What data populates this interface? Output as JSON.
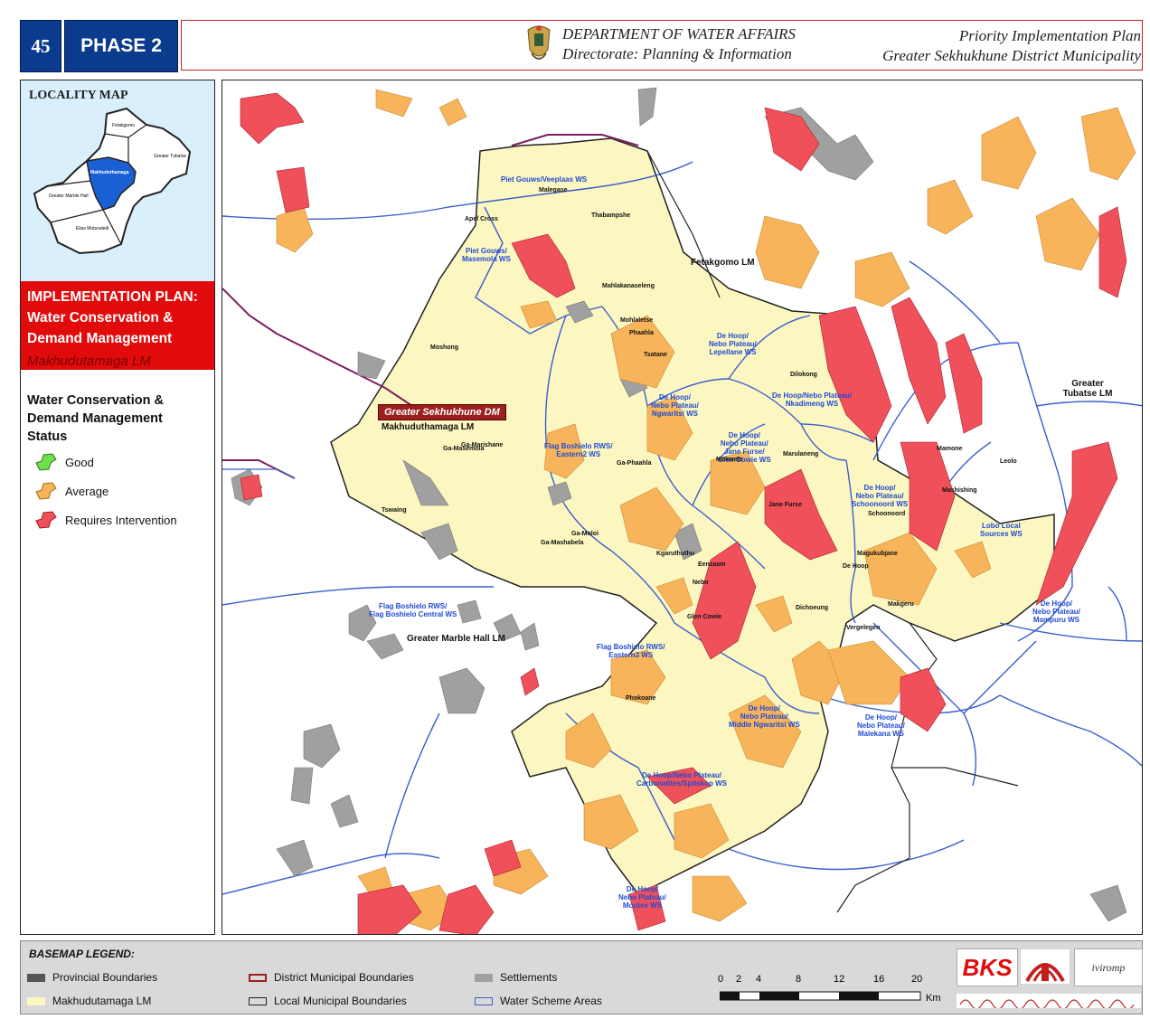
{
  "header": {
    "page_number": "45",
    "phase": "PHASE 2",
    "dept_line1": "DEPARTMENT OF WATER AFFAIRS",
    "dept_line2": "Directorate: Planning & Information",
    "plan_line1": "Priority Implementation Plan",
    "plan_line2": "Greater Sekhukhune District Municipality"
  },
  "locality": {
    "title": "LOCALITY MAP",
    "regions": [
      "Fetakgomo",
      "Greater Tubatse",
      "Makhuduthamaga",
      "Greater Marble Hall",
      "Elias Motsoaledi"
    ]
  },
  "implementation": {
    "line1": "IMPLEMENTATION PLAN:",
    "line2": "Water Conservation &",
    "line3": "Demand Management",
    "lm": "Makhudutamaga LM"
  },
  "status": {
    "title_line1": "Water Conservation &",
    "title_line2": "Demand Management",
    "title_line3": "Status",
    "items": [
      {
        "label": "Good",
        "color": "#6de04a"
      },
      {
        "label": "Average",
        "color": "#f7b45a"
      },
      {
        "label": "Requires Intervention",
        "color": "#f0505a"
      }
    ]
  },
  "map": {
    "dm_label": "Greater Sekhukhune DM",
    "lm_labels": {
      "makhuduthamaga": "Makhuduthamaga LM",
      "fetakgomo": "Fetakgomo LM",
      "marble_hall": "Greater Marble Hall LM",
      "tubatse": "Greater Tubatse LM"
    },
    "water_schemes": {
      "piet_gouws_veeplaas": "Piet Gouws/Veeplaas WS",
      "piet_gouws_masemola": [
        "Piet Gouws/",
        "Masemola WS"
      ],
      "flag_eastern2": [
        "Flag Boshielo RWS/",
        "Eastern2 WS"
      ],
      "de_hoop_ngwaritsi": [
        "De Hoop/",
        "Nebo Plateau/",
        "Ngwaritsi WS"
      ],
      "de_hoop_lepellane": [
        "De Hoop/",
        "Nebo Plateau/",
        "Lepellane WS"
      ],
      "de_hoop_nkadimeng": [
        "De Hoop/Nebo Plateau/",
        "Nkadimeng WS"
      ],
      "de_hoop_jane_furse": [
        "De Hoop/",
        "Nebo Plateau/",
        "Jane Furse/",
        "Glen Cowie WS"
      ],
      "de_hoop_schoonoord": [
        "De Hoop/",
        "Nebo Plateau/",
        "Schoonoord WS"
      ],
      "lobo": [
        "Lobo Local",
        "Sources WS"
      ],
      "de_hoop_mampuru": [
        "De Hoop/",
        "Nebo Plateau/",
        "Mampuru WS"
      ],
      "flag_central": [
        "Flag Boshielo RWS/",
        "Flag Boshielo Central WS"
      ],
      "flag_eastern3": [
        "Flag Boshielo RWS/",
        "Eastern3 WS"
      ],
      "de_hoop_middle": [
        "De Hoop/",
        "Nebo Plateau/",
        "Middle Ngwaritsi WS"
      ],
      "de_hoop_malekana": [
        "De Hoop/",
        "Nebo Plateau/",
        "Malekana WS"
      ],
      "de_hoop_carbonatites": [
        "De Hoop/Nebo Plateau/",
        "Carbonatites/Spitskop WS"
      ],
      "de_hoop_moutse": [
        "De Hoop/",
        "Nebo Plateau/",
        "Moutse WS"
      ]
    },
    "places": {
      "p1": "Phokoane",
      "p2": "Malegase",
      "p3": "Apel Cross",
      "p4": "Moshong",
      "p5": "Jane Furse",
      "p6": "Glen Cowie",
      "p7": "De Hoop",
      "p8": "Schoonoord",
      "p9": "Mamone",
      "p10": "Leolo",
      "p11": "Magukubjane",
      "p12": "Nebo",
      "p13": "Dilokong",
      "p14": "Ga-Marishane",
      "p15": "Tsatane",
      "p16": "Mohlaletse",
      "p17": "Phaahla",
      "p18": "Mokwete",
      "p19": "Ga-Moloi",
      "p20": "Ga-Phaahla",
      "p21": "Kgaruthuthu",
      "p22": "Mahlakanaseleng",
      "p23": "Marulaneng",
      "p24": "Ga-Masemola",
      "p25": "Thabampshe",
      "p26": "Eenzaam",
      "p27": "Ga-Mashabela",
      "p28": "Vergelegen",
      "p29": "Dichoeung",
      "p30": "Mashishing",
      "p31": "Tswaing",
      "p32": "Makgeru"
    }
  },
  "basemap": {
    "title": "BASEMAP LEGEND:",
    "provincial": "Provincial Boundaries",
    "makhuduthamaga_lm": "Makhudutamaga LM",
    "district": "District Municipal Boundaries",
    "local": "Local Municipal Boundaries",
    "settlements": "Settlements",
    "water_scheme_areas": "Water Scheme Areas",
    "scale_ticks": [
      "0",
      "2",
      "4",
      "8",
      "12",
      "16",
      "20"
    ],
    "scale_unit": "Km"
  },
  "logos": {
    "bks": "BKS",
    "iviron": "iviromp"
  },
  "colors": {
    "header_blue": "#0b3b8c",
    "impl_red": "#e10b0b",
    "lm_fill": "#fcf6c0",
    "average": "#f7b45a",
    "intervention": "#f0505a",
    "settlement_grey": "#a0a0a0",
    "scheme_line": "#3a5fcd",
    "district_line": "#7a1f5e"
  }
}
